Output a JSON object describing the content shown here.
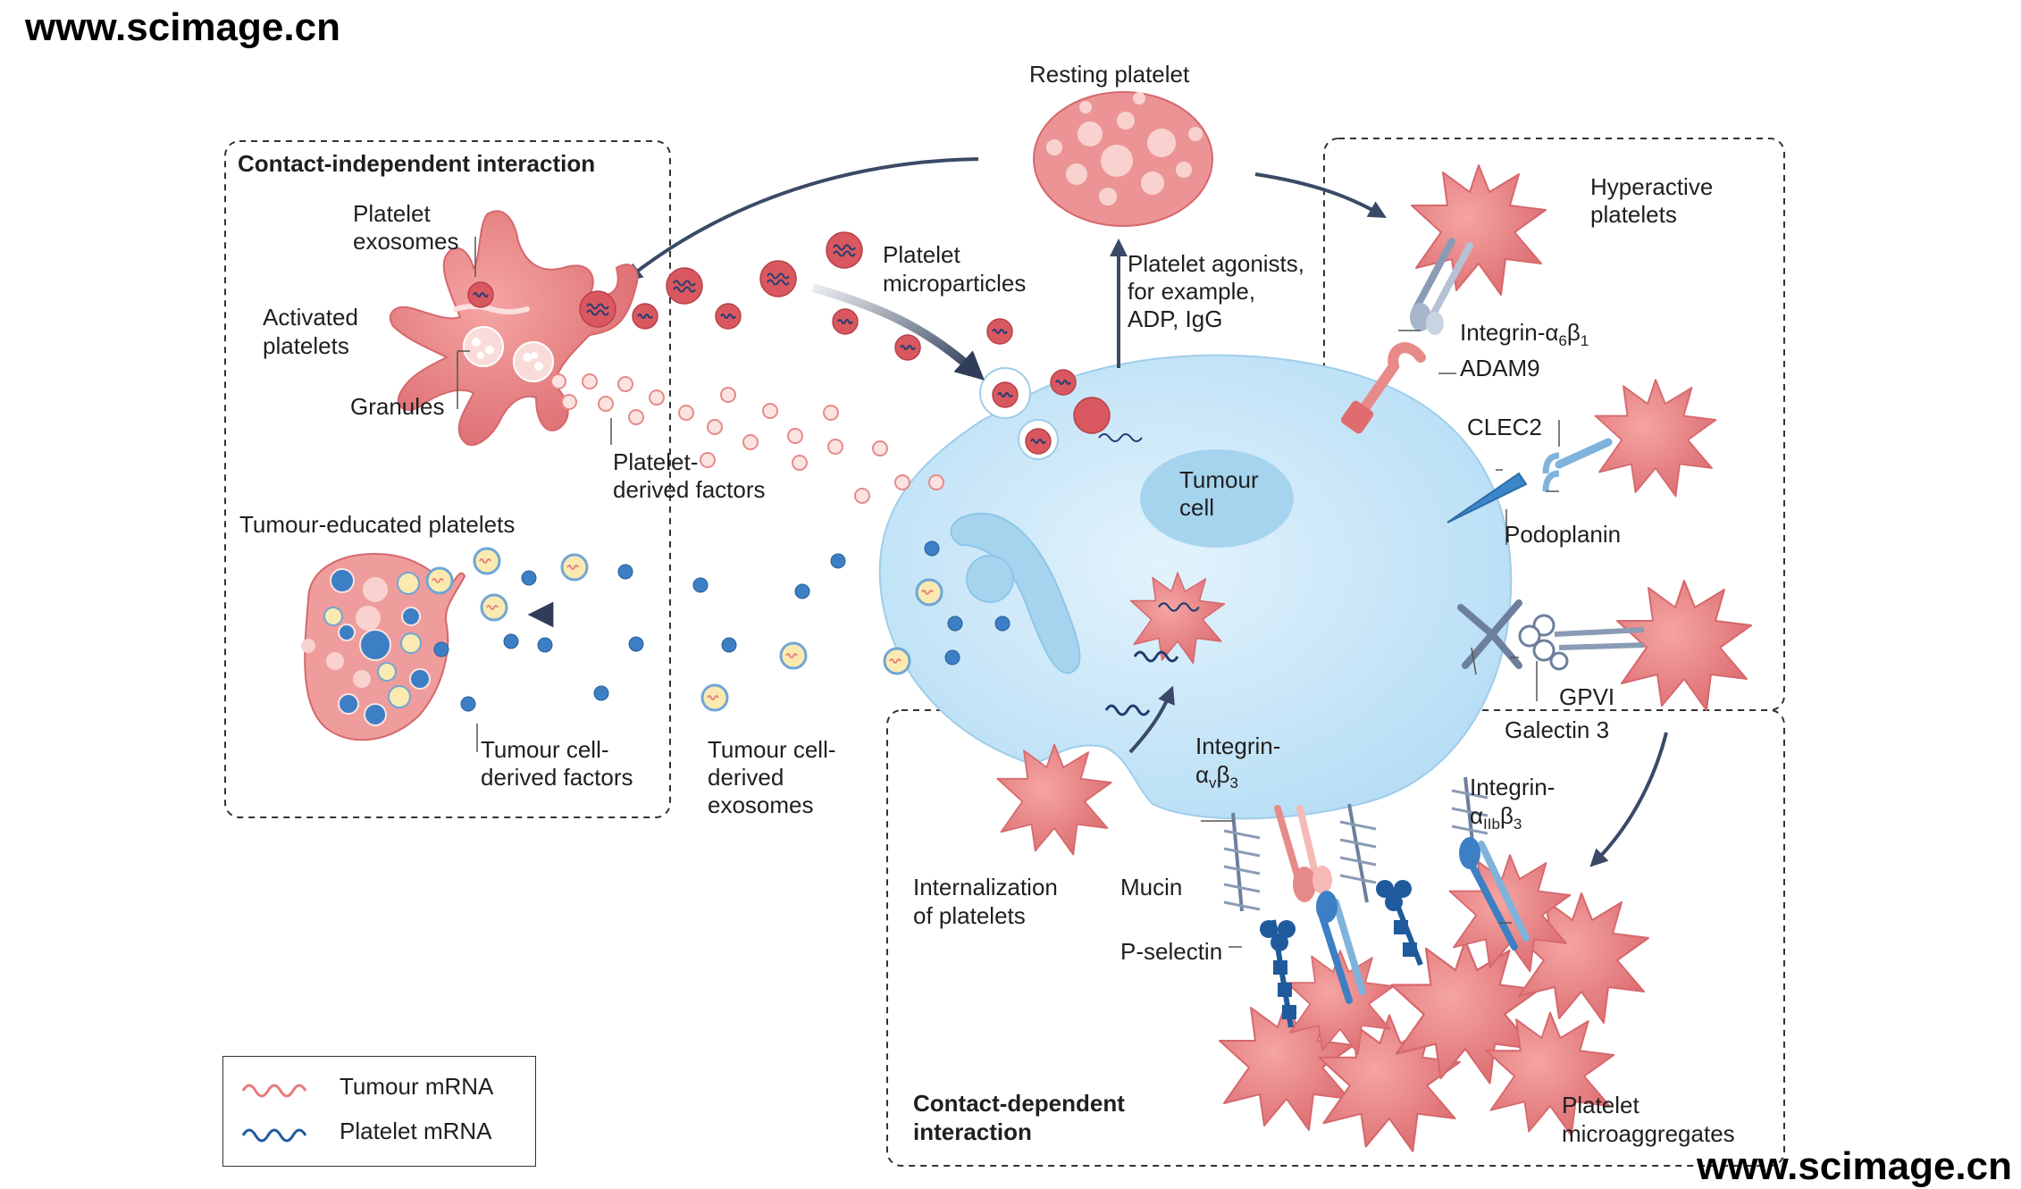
{
  "watermark": "www.scimage.cn",
  "panels": {
    "contact_independent": "Contact-independent interaction",
    "contact_dependent_1": "Contact-dependent",
    "contact_dependent_2": "interaction"
  },
  "labels": {
    "resting_platelet": "Resting platelet",
    "platelet_exosomes_1": "Platelet",
    "platelet_exosomes_2": "exosomes",
    "activated_platelets_1": "Activated",
    "activated_platelets_2": "platelets",
    "granules": "Granules",
    "platelet_microparticles_1": "Platelet",
    "platelet_microparticles_2": "microparticles",
    "platelet_derived_factors_1": "Platelet-",
    "platelet_derived_factors_2": "derived factors",
    "tumour_educated_platelets": "Tumour-educated platelets",
    "tumour_cell_derived_factors_1": "Tumour cell-",
    "tumour_cell_derived_factors_2": "derived factors",
    "tumour_cell_derived_exosomes_1": "Tumour cell-",
    "tumour_cell_derived_exosomes_2": "derived",
    "tumour_cell_derived_exosomes_3": "exosomes",
    "platelet_agonists_1": "Platelet agonists,",
    "platelet_agonists_2": "for example,",
    "platelet_agonists_3": "ADP, IgG",
    "tumour_cell_1": "Tumour",
    "tumour_cell_2": "cell",
    "hyperactive_platelets_1": "Hyperactive",
    "hyperactive_platelets_2": "platelets",
    "integrin_a6b1": "Integrin-α",
    "integrin_a6b1_sub1": "6",
    "integrin_a6b1_beta": "β",
    "integrin_a6b1_sub2": "1",
    "adam9": "ADAM9",
    "clec2": "CLEC2",
    "podoplanin": "Podoplanin",
    "gpvi": "GPVI",
    "galectin3": "Galectin 3",
    "integrin_avb3_1": "Integrin-",
    "integrin_avb3_alpha": "α",
    "integrin_avb3_sub1": "v",
    "integrin_avb3_beta": "β",
    "integrin_avb3_sub2": "3",
    "integrin_aiib_1": "Integrin-",
    "integrin_aiib_alpha": "α",
    "integrin_aiib_sub1": "IIb",
    "integrin_aiib_beta": "β",
    "integrin_aiib_sub2": "3",
    "internalization_1": "Internalization",
    "internalization_2": "of platelets",
    "mucin": "Mucin",
    "p_selectin": "P-selectin",
    "platelet_microaggregates_1": "Platelet",
    "platelet_microaggregates_2": "microaggregates"
  },
  "legend": {
    "tumour_mrna": "Tumour mRNA",
    "platelet_mrna": "Platelet mRNA"
  },
  "colors": {
    "platelet": "#e8797c",
    "platelet_light": "#f5b9b6",
    "tumour_cell": "#c9e6f7",
    "nucleus": "#a9d6f0",
    "arrow": "#3a4a66",
    "blue_dot": "#3d7fc4",
    "tumour_mrna": "#e8797c",
    "platelet_mrna": "#1f5a9c"
  }
}
